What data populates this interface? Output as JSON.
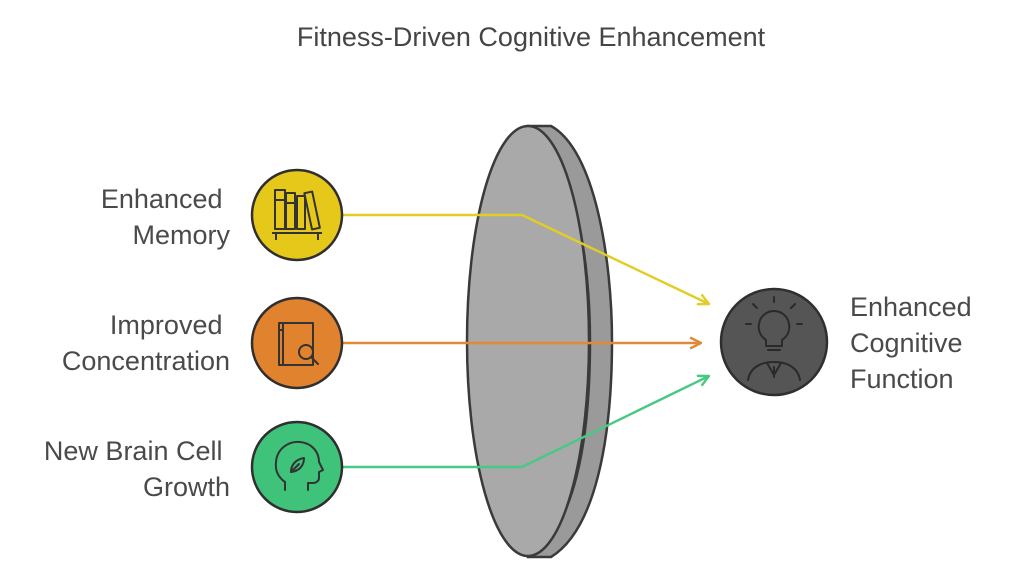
{
  "title": "Fitness-Driven Cognitive Enhancement",
  "inputs": [
    {
      "lines": [
        "Enhanced",
        "Memory"
      ],
      "color": "#e6c81a",
      "line_color": "#e2cc26",
      "icon": "books-icon"
    },
    {
      "lines": [
        "Improved",
        "Concentration"
      ],
      "color": "#e0822e",
      "line_color": "#de8a3a",
      "icon": "book-search-icon"
    },
    {
      "lines": [
        "New Brain Cell",
        "Growth"
      ],
      "color": "#3fc27a",
      "line_color": "#49c884",
      "icon": "head-leaf-icon"
    }
  ],
  "output": {
    "lines": [
      "Enhanced",
      "Cognitive",
      "Function"
    ],
    "color": "#555555",
    "icon": "person-lightbulb-icon"
  },
  "lens": {
    "color": "#a9a9a9",
    "edge_color": "#939393"
  }
}
